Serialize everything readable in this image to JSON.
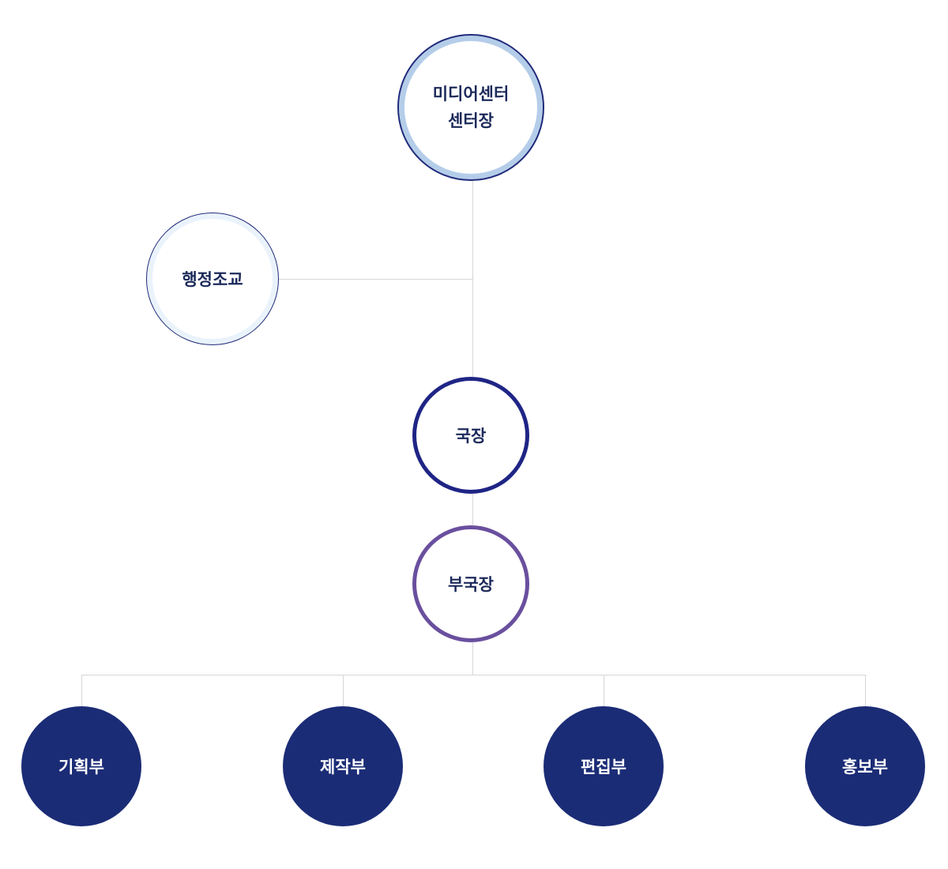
{
  "org_chart": {
    "director": {
      "line1": "미디어센터",
      "line2": "센터장"
    },
    "admin": {
      "label": "행정조교"
    },
    "chief": {
      "label": "국장"
    },
    "deputy": {
      "label": "부국장"
    },
    "departments": [
      {
        "label": "기획부"
      },
      {
        "label": "제작부"
      },
      {
        "label": "편집부"
      },
      {
        "label": "홍보부"
      }
    ]
  },
  "colors": {
    "connector": "#d6d6d6",
    "director_ring": "#b4cde9",
    "chief_ring": "#1f2585",
    "deputy_ring": "#6a4f9e",
    "department_fill": "#1b2c76",
    "label_text": "#1c2a5a"
  }
}
